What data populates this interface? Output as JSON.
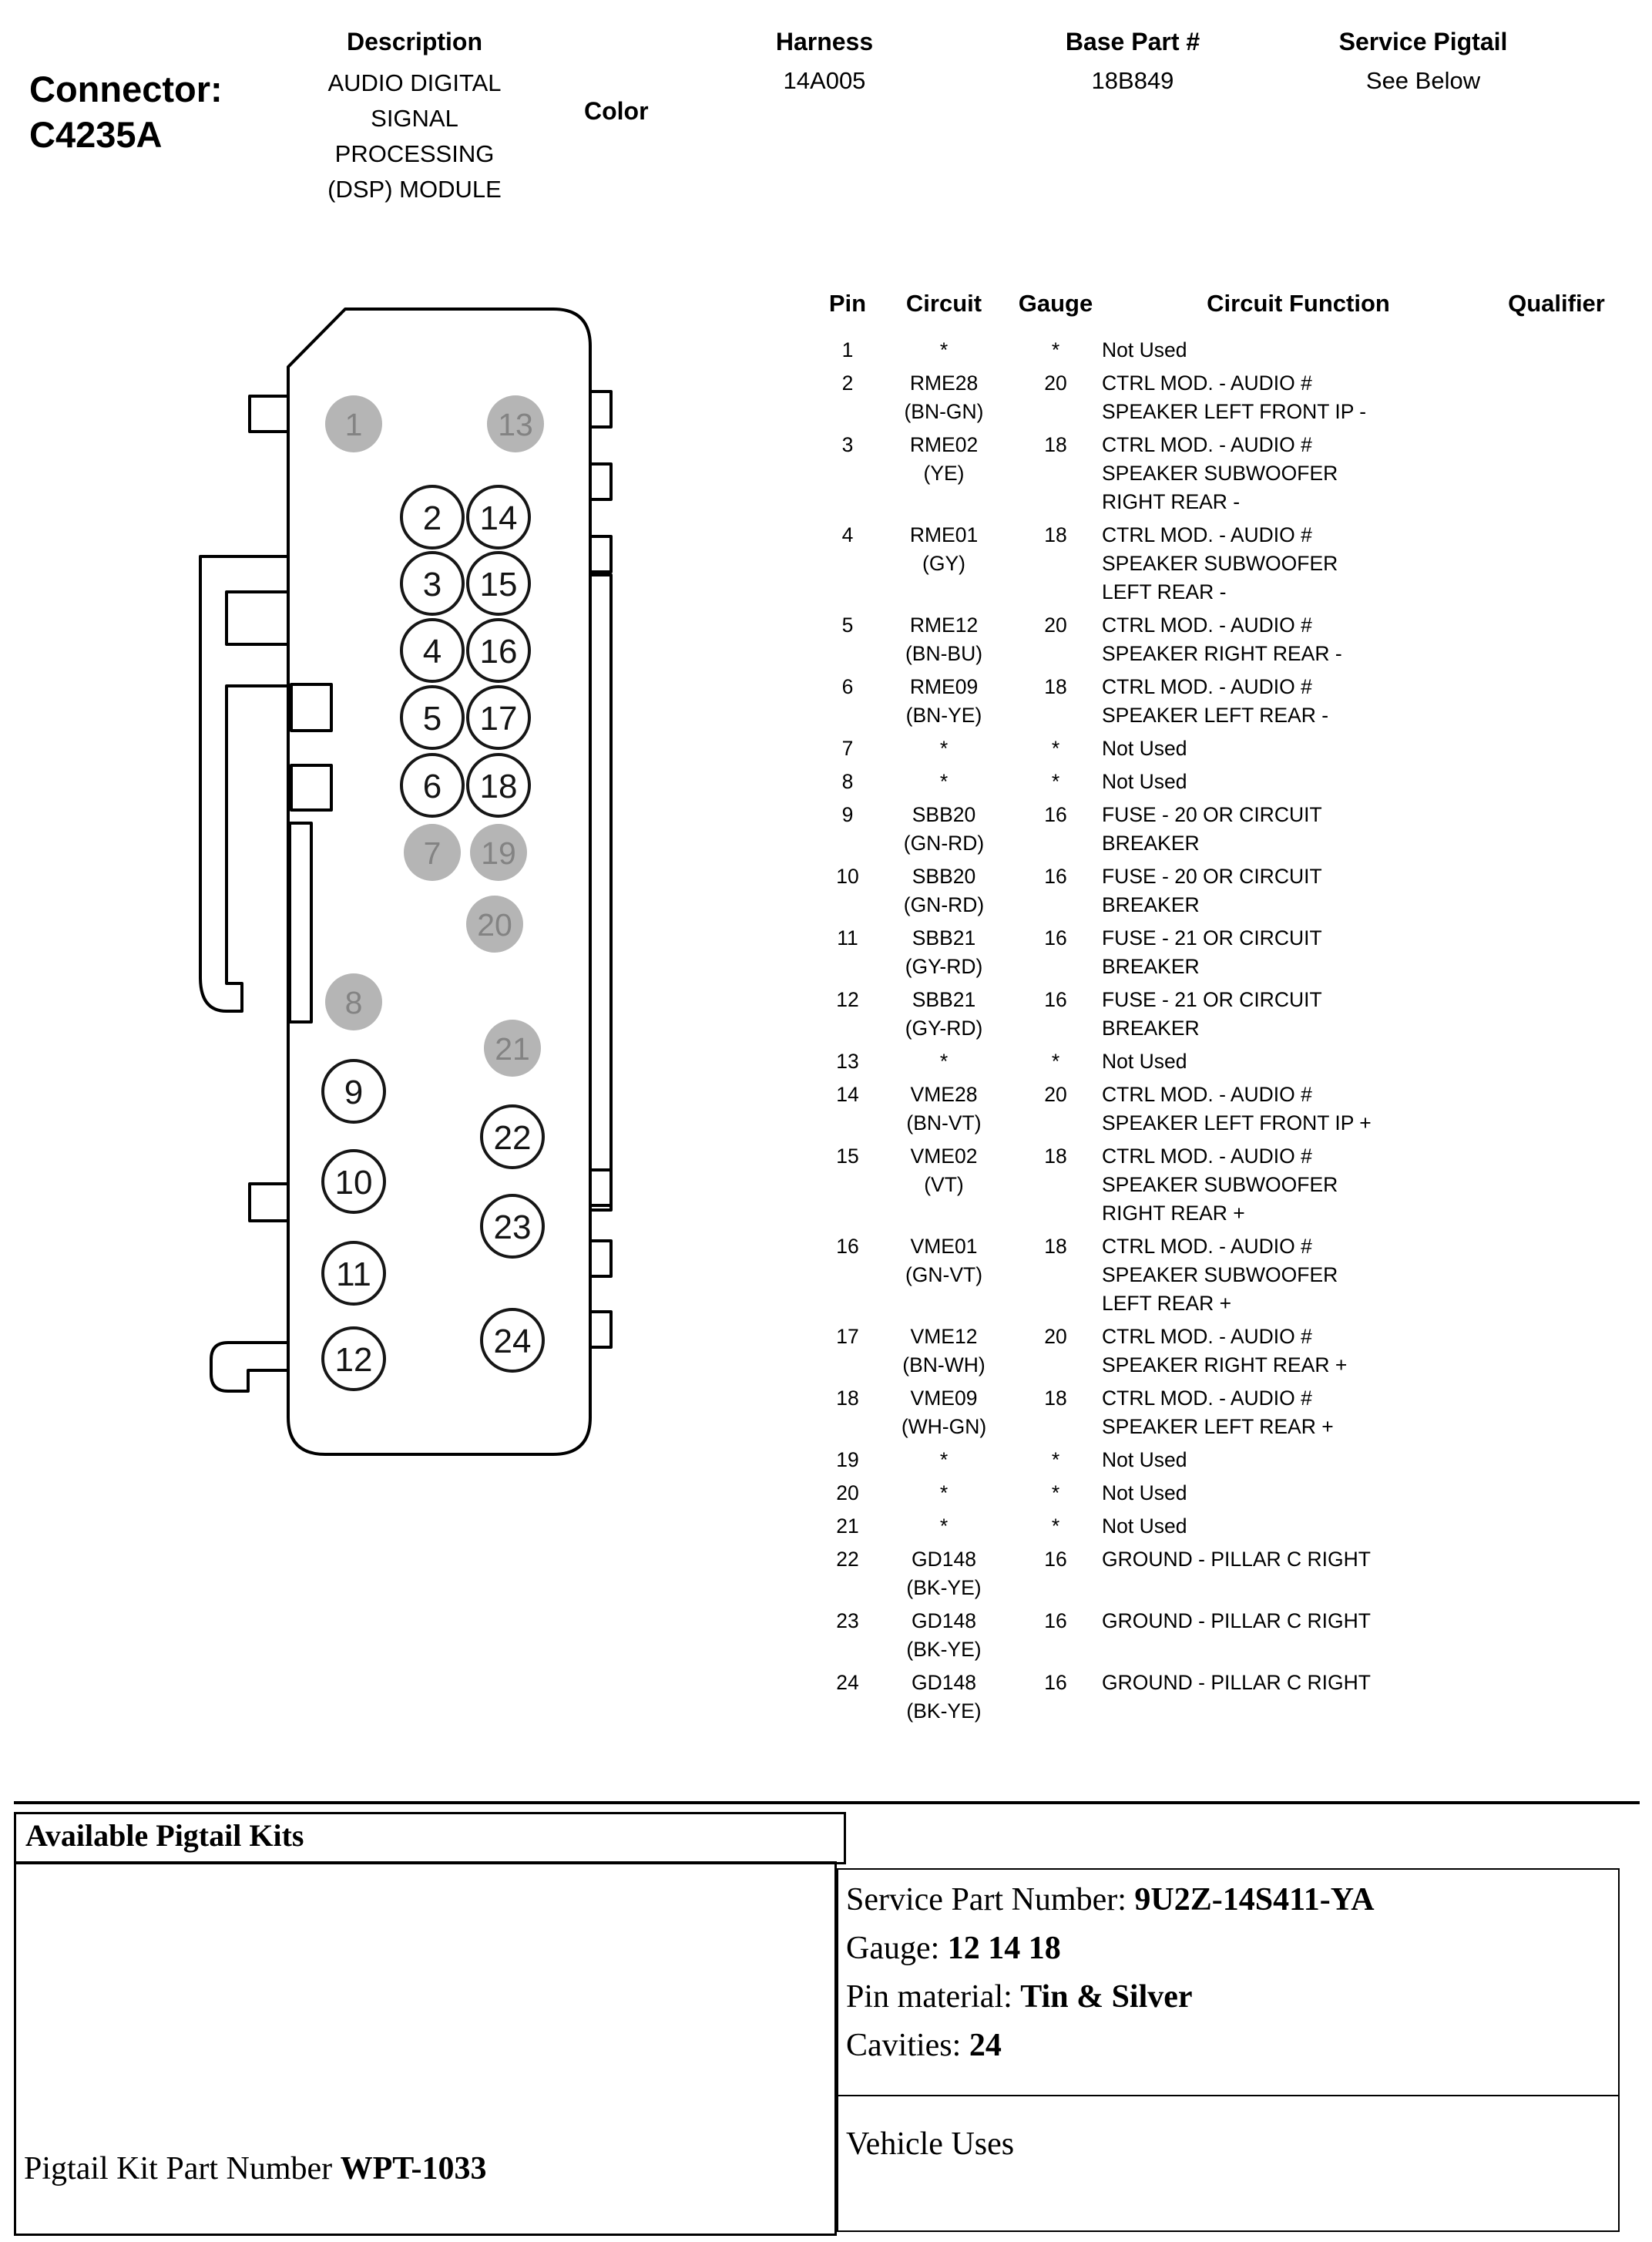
{
  "header": {
    "connector_label": "Connector:",
    "connector_id": "C4235A",
    "description_label": "Description",
    "description_value": "AUDIO DIGITAL\nSIGNAL\nPROCESSING\n(DSP) MODULE",
    "color_label": "Color",
    "harness_label": "Harness",
    "harness_value": "14A005",
    "base_part_label": "Base Part #",
    "base_part_value": "18B849",
    "service_pigtail_label": "Service Pigtail",
    "service_pigtail_value": "See Below"
  },
  "connector_diagram": {
    "gray_fill_color": "#b5b5b5",
    "pins": [
      {
        "n": 1,
        "label": "1",
        "filled": true
      },
      {
        "n": 2,
        "label": "2",
        "filled": false
      },
      {
        "n": 3,
        "label": "3",
        "filled": false
      },
      {
        "n": 4,
        "label": "4",
        "filled": false
      },
      {
        "n": 5,
        "label": "5",
        "filled": false
      },
      {
        "n": 6,
        "label": "6",
        "filled": false
      },
      {
        "n": 7,
        "label": "7",
        "filled": true
      },
      {
        "n": 8,
        "label": "8",
        "filled": true
      },
      {
        "n": 9,
        "label": "9",
        "filled": false
      },
      {
        "n": 10,
        "label": "10",
        "filled": false
      },
      {
        "n": 11,
        "label": "11",
        "filled": false
      },
      {
        "n": 12,
        "label": "12",
        "filled": false
      },
      {
        "n": 13,
        "label": "13",
        "filled": true
      },
      {
        "n": 14,
        "label": "14",
        "filled": false
      },
      {
        "n": 15,
        "label": "15",
        "filled": false
      },
      {
        "n": 16,
        "label": "16",
        "filled": false
      },
      {
        "n": 17,
        "label": "17",
        "filled": false
      },
      {
        "n": 18,
        "label": "18",
        "filled": false
      },
      {
        "n": 19,
        "label": "19",
        "filled": true
      },
      {
        "n": 20,
        "label": "20",
        "filled": true
      },
      {
        "n": 21,
        "label": "21",
        "filled": true
      },
      {
        "n": 22,
        "label": "22",
        "filled": false
      },
      {
        "n": 23,
        "label": "23",
        "filled": false
      },
      {
        "n": 24,
        "label": "24",
        "filled": false
      }
    ]
  },
  "pin_table": {
    "headers": [
      "Pin",
      "Circuit",
      "Gauge",
      "Circuit Function",
      "Qualifier"
    ],
    "rows": [
      {
        "pin": "1",
        "circuit": "*",
        "gauge": "*",
        "func": "Not Used",
        "qualifier": ""
      },
      {
        "pin": "2",
        "circuit": "RME28\n(BN-GN)",
        "gauge": "20",
        "func": "CTRL MOD. - AUDIO #\nSPEAKER LEFT FRONT IP -",
        "qualifier": ""
      },
      {
        "pin": "3",
        "circuit": "RME02\n(YE)",
        "gauge": "18",
        "func": "CTRL MOD. - AUDIO #\nSPEAKER SUBWOOFER\nRIGHT REAR -",
        "qualifier": ""
      },
      {
        "pin": "4",
        "circuit": "RME01\n(GY)",
        "gauge": "18",
        "func": "CTRL MOD. - AUDIO #\nSPEAKER SUBWOOFER\nLEFT REAR -",
        "qualifier": ""
      },
      {
        "pin": "5",
        "circuit": "RME12\n(BN-BU)",
        "gauge": "20",
        "func": "CTRL MOD. - AUDIO #\nSPEAKER RIGHT REAR -",
        "qualifier": ""
      },
      {
        "pin": "6",
        "circuit": "RME09\n(BN-YE)",
        "gauge": "18",
        "func": "CTRL MOD. - AUDIO #\nSPEAKER LEFT REAR -",
        "qualifier": ""
      },
      {
        "pin": "7",
        "circuit": "*",
        "gauge": "*",
        "func": "Not Used",
        "qualifier": ""
      },
      {
        "pin": "8",
        "circuit": "*",
        "gauge": "*",
        "func": "Not Used",
        "qualifier": ""
      },
      {
        "pin": "9",
        "circuit": "SBB20\n(GN-RD)",
        "gauge": "16",
        "func": "FUSE - 20 OR CIRCUIT\nBREAKER",
        "qualifier": ""
      },
      {
        "pin": "10",
        "circuit": "SBB20\n(GN-RD)",
        "gauge": "16",
        "func": "FUSE - 20 OR CIRCUIT\nBREAKER",
        "qualifier": ""
      },
      {
        "pin": "11",
        "circuit": "SBB21\n(GY-RD)",
        "gauge": "16",
        "func": "FUSE - 21 OR CIRCUIT\nBREAKER",
        "qualifier": ""
      },
      {
        "pin": "12",
        "circuit": "SBB21\n(GY-RD)",
        "gauge": "16",
        "func": "FUSE - 21 OR CIRCUIT\nBREAKER",
        "qualifier": ""
      },
      {
        "pin": "13",
        "circuit": "*",
        "gauge": "*",
        "func": "Not Used",
        "qualifier": ""
      },
      {
        "pin": "14",
        "circuit": "VME28\n(BN-VT)",
        "gauge": "20",
        "func": "CTRL MOD. - AUDIO #\nSPEAKER LEFT FRONT IP +",
        "qualifier": ""
      },
      {
        "pin": "15",
        "circuit": "VME02\n(VT)",
        "gauge": "18",
        "func": "CTRL MOD. - AUDIO #\nSPEAKER SUBWOOFER\nRIGHT REAR +",
        "qualifier": ""
      },
      {
        "pin": "16",
        "circuit": "VME01\n(GN-VT)",
        "gauge": "18",
        "func": "CTRL MOD. - AUDIO #\nSPEAKER SUBWOOFER\nLEFT REAR +",
        "qualifier": ""
      },
      {
        "pin": "17",
        "circuit": "VME12\n(BN-WH)",
        "gauge": "20",
        "func": "CTRL MOD. - AUDIO #\nSPEAKER RIGHT REAR +",
        "qualifier": ""
      },
      {
        "pin": "18",
        "circuit": "VME09\n(WH-GN)",
        "gauge": "18",
        "func": "CTRL MOD. - AUDIO #\nSPEAKER LEFT REAR +",
        "qualifier": ""
      },
      {
        "pin": "19",
        "circuit": "*",
        "gauge": "*",
        "func": "Not Used",
        "qualifier": ""
      },
      {
        "pin": "20",
        "circuit": "*",
        "gauge": "*",
        "func": "Not Used",
        "qualifier": ""
      },
      {
        "pin": "21",
        "circuit": "*",
        "gauge": "*",
        "func": "Not Used",
        "qualifier": ""
      },
      {
        "pin": "22",
        "circuit": "GD148\n(BK-YE)",
        "gauge": "16",
        "func": "GROUND - PILLAR C RIGHT",
        "qualifier": ""
      },
      {
        "pin": "23",
        "circuit": "GD148\n(BK-YE)",
        "gauge": "16",
        "func": "GROUND - PILLAR C RIGHT",
        "qualifier": ""
      },
      {
        "pin": "24",
        "circuit": "GD148\n(BK-YE)",
        "gauge": "16",
        "func": "GROUND - PILLAR C RIGHT",
        "qualifier": ""
      }
    ]
  },
  "pigtail_section": {
    "available_title": "Available Pigtail Kits",
    "kit_label": "Pigtail Kit Part Number",
    "kit_value": "WPT-1033",
    "service_part_label": "Service Part Number:",
    "service_part_value": "9U2Z-14S411-YA",
    "gauge_label": "Gauge:",
    "gauge_value": "12 14 18",
    "pin_material_label": "Pin material:",
    "pin_material_value": "Tin & Silver",
    "cavities_label": "Cavities:",
    "cavities_value": "24",
    "vehicle_uses_label": "Vehicle Uses"
  }
}
